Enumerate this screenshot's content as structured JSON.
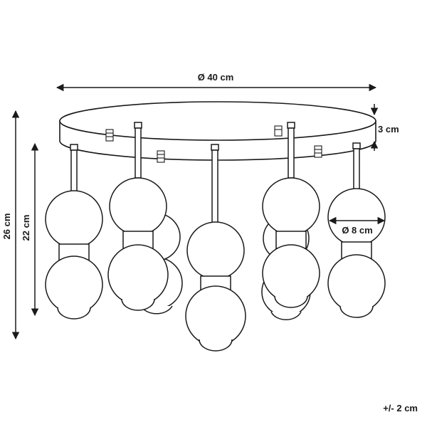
{
  "dimensions": {
    "diameter_total": "Ø 40 cm",
    "canopy_height": "3 cm",
    "height_total": "26 cm",
    "height_inner": "22 cm",
    "globe_diameter": "Ø 8 cm",
    "tolerance": "+/- 2 cm"
  },
  "colors": {
    "line": "#1a1a1a",
    "fill": "#ffffff"
  }
}
